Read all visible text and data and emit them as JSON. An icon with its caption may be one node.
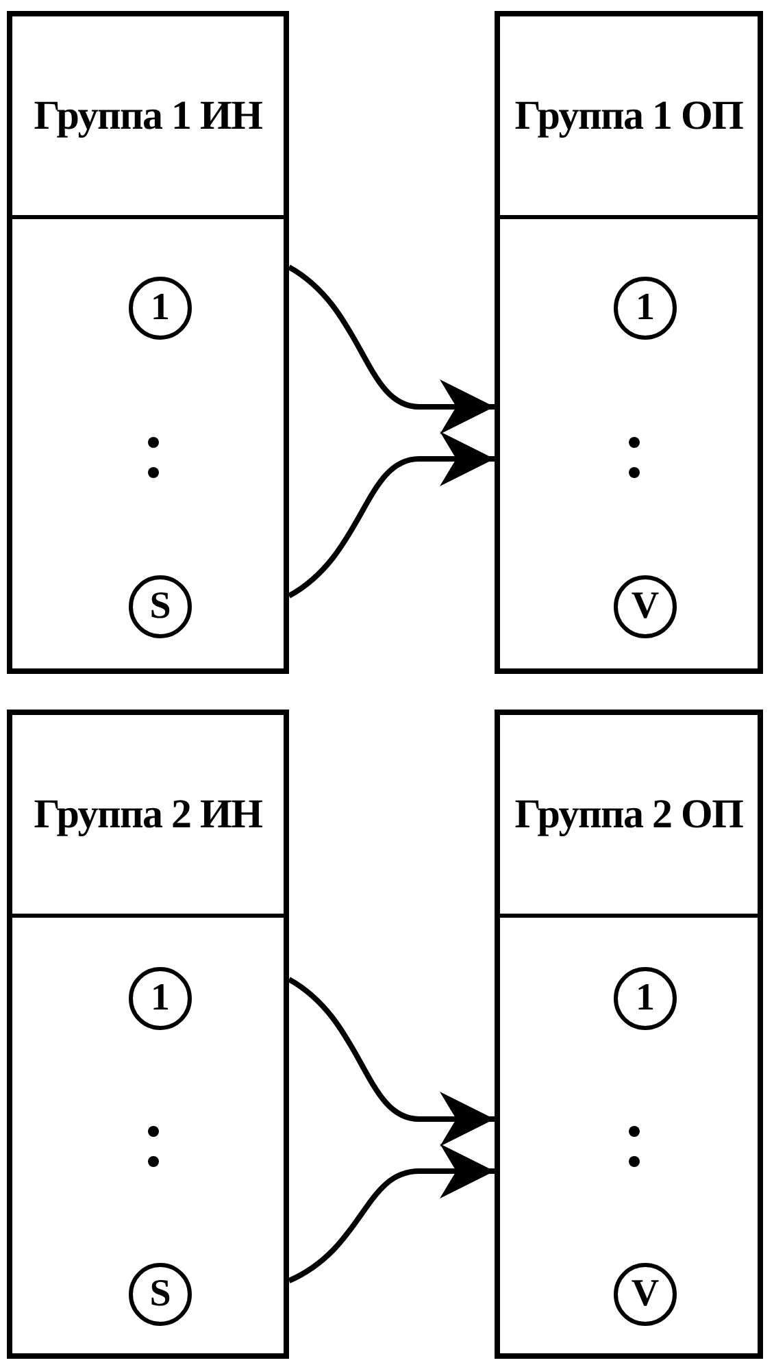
{
  "diagram": {
    "nodes": [
      {
        "text": [
          "Группа 1 ИН"
        ]
      },
      {
        "text": [
          "1"
        ],
        "in": 0
      },
      {
        "text": [
          "S"
        ],
        "in": 0
      },
      {
        "text": [
          "Группа 1 ОП"
        ]
      },
      {
        "text": [
          "1"
        ],
        "in": 3
      },
      {
        "text": [
          "V"
        ],
        "in": 3
      },
      {
        "text": [
          "Группа 2 ИН"
        ]
      },
      {
        "text": [
          "1"
        ],
        "in": 6
      },
      {
        "text": [
          "S"
        ],
        "in": 6
      },
      {
        "text": [
          "Группа 2 ОП"
        ]
      },
      {
        "text": [
          "1"
        ],
        "in": 9
      },
      {
        "text": [
          "V"
        ],
        "in": 9
      }
    ],
    "edges": [
      {
        "from": 0,
        "to": 3,
        "arrow": "to"
      },
      {
        "from": 0,
        "to": 3,
        "arrow": "to"
      },
      {
        "from": 6,
        "to": 9,
        "arrow": "to"
      },
      {
        "from": 6,
        "to": 9,
        "arrow": "to"
      }
    ]
  }
}
